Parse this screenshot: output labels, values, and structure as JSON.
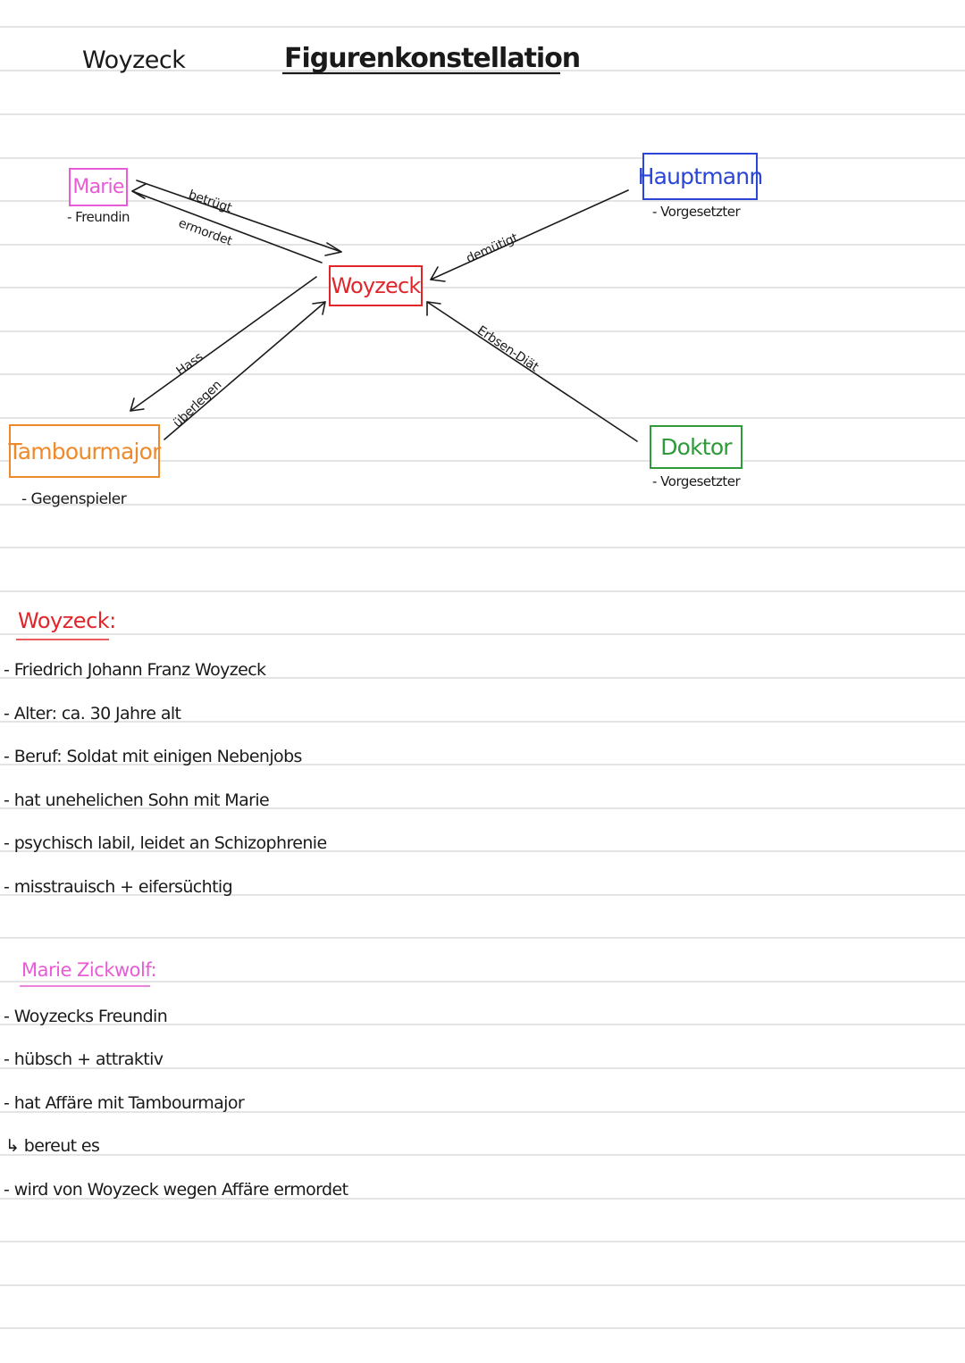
{
  "header": {
    "left_title": "Woyzeck",
    "main_title": "Figurenkonstellation"
  },
  "diagram": {
    "center": {
      "label": "Woyzeck",
      "color": "#e0262b"
    },
    "nodes": {
      "marie": {
        "label": "Marie",
        "subtitle": "- Freundin",
        "color": "#e85ad6"
      },
      "hauptmann": {
        "label": "Hauptmann",
        "subtitle": "- Vorgesetzter",
        "color": "#2b46d6"
      },
      "tambourmajor": {
        "label": "Tambourmajor",
        "subtitle": "- Gegenspieler",
        "color": "#ef8a2c"
      },
      "doktor": {
        "label": "Doktor",
        "subtitle": "- Vorgesetzter",
        "color": "#2e9a3a"
      }
    },
    "edges": {
      "betruegt": "betrügt",
      "ermordet": "ermordet",
      "demuetigt": "demütigt",
      "erbsen_diaet": "Erbsen-Diät",
      "hass": "Hass",
      "ueberlegen": "überlegen"
    }
  },
  "notes": {
    "woyzeck": {
      "heading": "Woyzeck:",
      "heading_color": "#e0262b",
      "items": [
        "- Friedrich Johann Franz Woyzeck",
        "- Alter: ca. 30 Jahre alt",
        "- Beruf: Soldat mit einigen Nebenjobs",
        "- hat unehelichen Sohn mit Marie",
        "- psychisch labil, leidet an Schizophrenie",
        "- misstrauisch + eifersüchtig"
      ]
    },
    "marie": {
      "heading": "Marie Zickwolf:",
      "heading_color": "#e85ad6",
      "items": [
        "- Woyzecks Freundin",
        "- hübsch + attraktiv",
        "- hat Affäre mit Tambourmajor",
        "↳ bereut es",
        "- wird von Woyzeck wegen Affäre ermordet"
      ]
    }
  }
}
